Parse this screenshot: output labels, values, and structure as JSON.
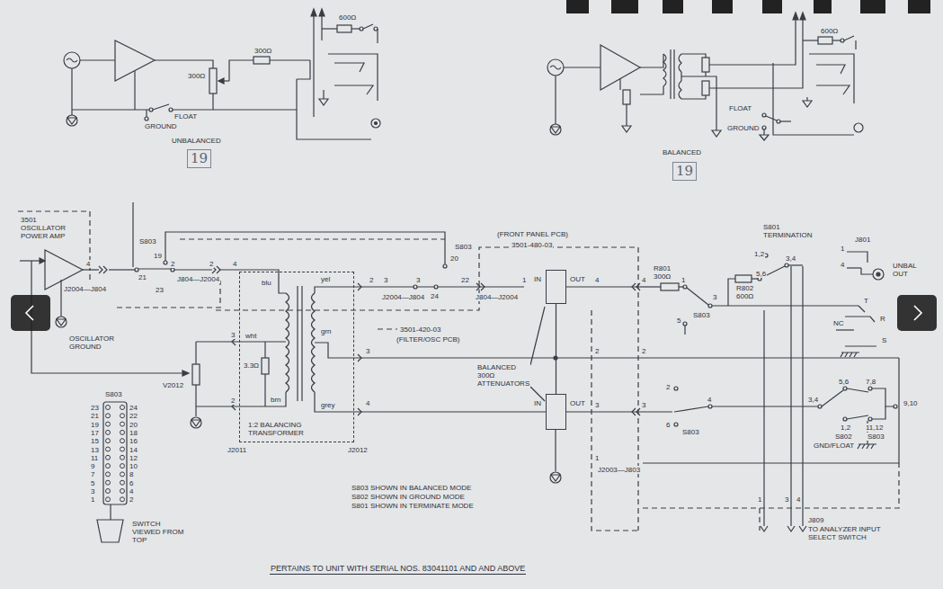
{
  "diagram": {
    "caption": "PERTAINS TO UNIT WITH SERIAL NOS. 83041101 AND AND ABOVE",
    "nodes": [
      {
        "text": [
          "1:2 BALANCING TRANSFORMER"
        ]
      },
      {
        "text": [
          "IN",
          "OUT"
        ]
      },
      {
        "text": [
          "IN",
          "OUT"
        ]
      }
    ],
    "edges": [
      {
        "from": 1,
        "to": 2,
        "arrow": "none"
      },
      {
        "from": 0,
        "to": 2,
        "arrow": "none"
      }
    ],
    "labels": [
      "600Ω",
      "300Ω",
      "300Ω",
      "FLOAT",
      "GROUND",
      "UNBALANCED",
      "19",
      "600Ω",
      "FLOAT",
      "GROUND",
      "BALANCED",
      "19",
      "3501 OSCILLATOR POWER AMP",
      "OSCILLATOR GROUND",
      "S803",
      "19",
      "4",
      "J2004—J804",
      "21",
      "23",
      "2",
      "J804—J2004",
      "2",
      "4",
      "blu",
      "yel",
      "wht",
      "3.3Ω",
      "brn",
      "grn",
      "grey",
      "3",
      "2",
      "J2011",
      "J2012",
      "V2012",
      "S803",
      "23",
      "21",
      "19",
      "17",
      "15",
      "13",
      "11",
      "9",
      "7",
      "5",
      "3",
      "1",
      "24",
      "22",
      "20",
      "18",
      "16",
      "14",
      "12",
      "10",
      "8",
      "6",
      "4",
      "2",
      "SWITCH VIEWED FROM TOP",
      "2",
      "3",
      "J2004—J804",
      "3",
      "24",
      "20",
      "S803",
      "22",
      "J804—J2004",
      "1",
      "(FRONT PANEL PCB)",
      "3501-480-03",
      "3501-420-03",
      "(FILTER/OSC PCB)",
      "4",
      "4",
      "R801 300Ω",
      "1",
      "3",
      "5",
      "S803",
      "R802 600Ω",
      "5,6",
      "S801 TERMINATION",
      "1,2",
      "3,4",
      "J801",
      "1",
      "4",
      "UNBAL OUT",
      "T",
      "NC",
      "R",
      "S",
      "2",
      "2",
      "3",
      "BALANCED 300Ω ATTENUATORS",
      "2",
      "4",
      "6",
      "S803",
      "3",
      "3",
      "4",
      "5,6",
      "7,8",
      "3,4",
      "9,10",
      "1,2",
      "11,12",
      "S802",
      "S803",
      "GND/FLOAT",
      "1",
      "J2003—J803",
      "S803 SHOWN IN BALANCED MODE",
      "S802 SHOWN IN GROUND MODE",
      "S801 SHOWN IN TERMINATE MODE",
      "1",
      "3",
      "4",
      "J809",
      "TO ANALYZER INPUT SELECT SWITCH"
    ]
  }
}
